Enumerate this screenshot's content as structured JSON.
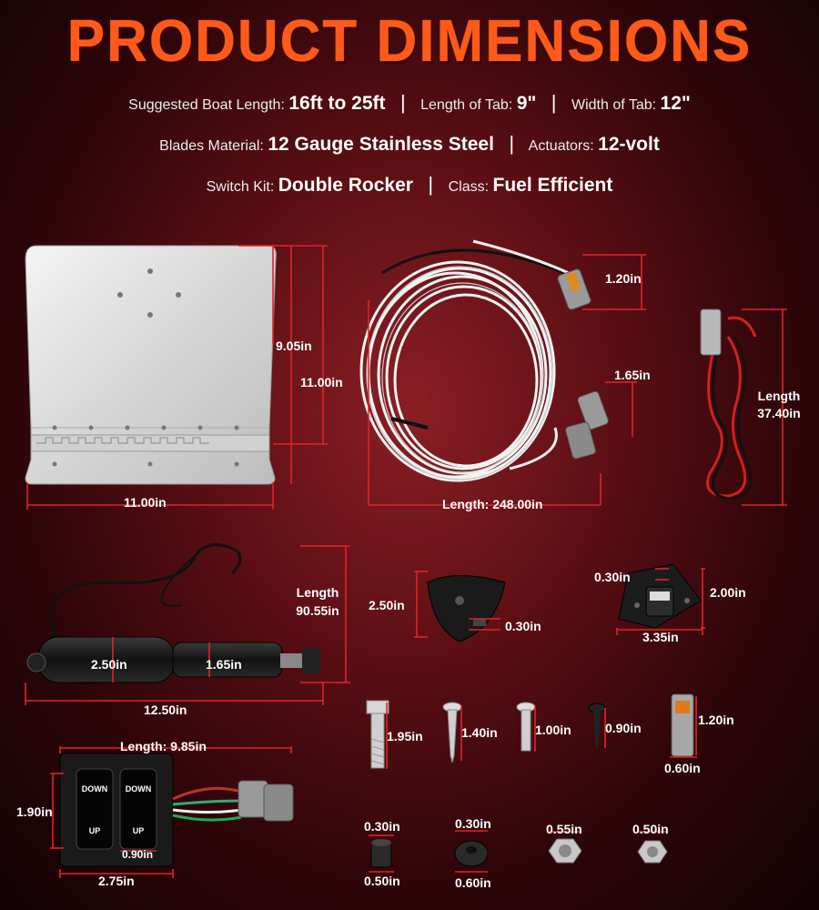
{
  "title": "PRODUCT DIMENSIONS",
  "specs": {
    "row1": [
      {
        "key": "Suggested Boat Length:",
        "value": "16ft to 25ft"
      },
      {
        "key": "Length of Tab:",
        "value": "9\""
      },
      {
        "key": "Width of Tab:",
        "value": "12\""
      }
    ],
    "row2": [
      {
        "key": "Blades Material:",
        "value": "12 Gauge Stainless Steel"
      },
      {
        "key": "Actuators:",
        "value": "12-volt"
      }
    ],
    "row3": [
      {
        "key": "Switch Kit:",
        "value": "Double Rocker"
      },
      {
        "key": "Class:",
        "value": "Fuel Efficient"
      }
    ]
  },
  "separator": "|",
  "dims": {
    "plate_height_inner": "9.05in",
    "plate_height_outer": "11.00in",
    "plate_width": "11.00in",
    "harness_connector": "1.20in",
    "harness_connector2": "1.65in",
    "harness_length": "Length: 248.00in",
    "power_cable_label": "Length",
    "power_cable_value": "37.40in",
    "actuator_cable_label": "Length",
    "actuator_cable_value": "90.55in",
    "actuator_body": "2.50in",
    "actuator_rod": "1.65in",
    "actuator_length": "12.50in",
    "mount_upper_height": "2.50in",
    "mount_upper_lip": "0.30in",
    "mount_lower_top": "0.30in",
    "mount_lower_height": "2.00in",
    "mount_lower_width": "3.35in",
    "bolt": "1.95in",
    "screw1": "1.40in",
    "screw2": "1.00in",
    "screw3": "0.90in",
    "plug_h": "1.20in",
    "plug_w": "0.60in",
    "switch_length": "Length: 9.85in",
    "switch_height": "1.90in",
    "switch_rocker": "0.90in",
    "switch_width": "2.75in",
    "rocker_down": "DOWN",
    "rocker_up": "UP",
    "sleeve_top": "0.30in",
    "sleeve_bottom": "0.50in",
    "washer_top": "0.30in",
    "washer_bottom": "0.60in",
    "nut1": "0.55in",
    "nut2": "0.50in"
  }
}
